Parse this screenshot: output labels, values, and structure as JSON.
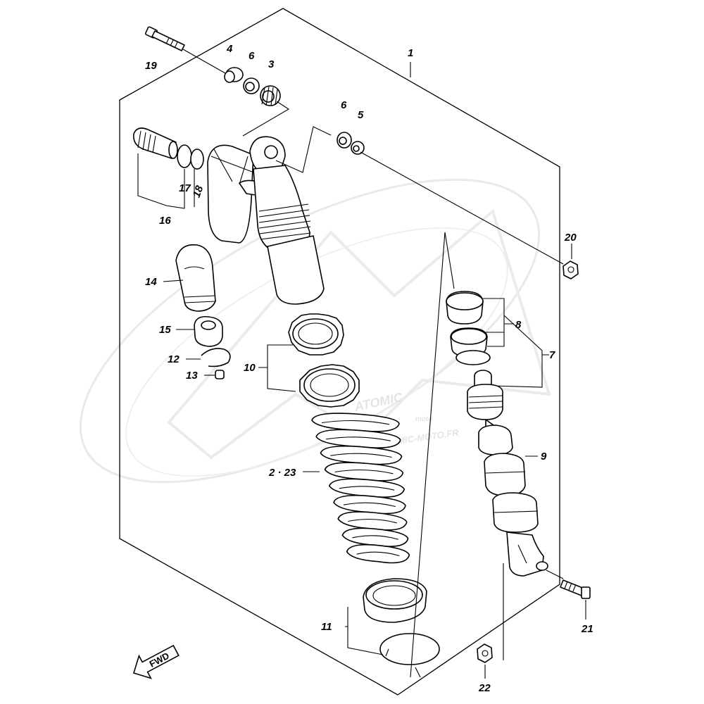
{
  "diagram": {
    "callouts": {
      "p1": "1",
      "p2_23": "2 · 23",
      "p3": "3",
      "p4": "4",
      "p5": "5",
      "p6a": "6",
      "p6b": "6",
      "p7": "7",
      "p8": "8",
      "p9": "9",
      "p10": "10",
      "p11": "11",
      "p12": "12",
      "p13": "13",
      "p14": "14",
      "p15": "15",
      "p16": "16",
      "p17": "17",
      "p18": "18",
      "p19": "19",
      "p20": "20",
      "p21": "21",
      "p22": "22"
    },
    "fwd_label": "FWD",
    "watermark": {
      "brand": "ATOMIC",
      "sub": "moto",
      "url": "WWW.ATOMIC-MOTO.FR"
    }
  }
}
